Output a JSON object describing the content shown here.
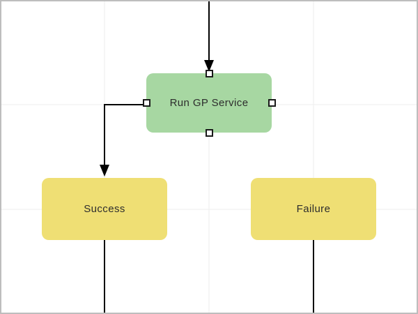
{
  "diagram": {
    "canvas": {
      "background": "#ffffff",
      "border_color": "#bdbdbd"
    },
    "grid": {
      "color": "#ededed",
      "vertical_x": [
        150,
        300,
        450
      ],
      "horizontal_y": [
        150,
        300
      ]
    },
    "connector_color": "#000000",
    "text_color": "#2d2d2d",
    "nodes": [
      {
        "id": "run-gp-service",
        "label": "Run GP Service",
        "fill": "#a7d7a2",
        "selected": true
      },
      {
        "id": "success",
        "label": "Success",
        "fill": "#efdf74",
        "selected": false
      },
      {
        "id": "failure",
        "label": "Failure",
        "fill": "#efdf74",
        "selected": false
      }
    ],
    "connectors": [
      {
        "id": "incoming-top",
        "from": "offscreen-top",
        "to": "run-gp-service"
      },
      {
        "id": "run-gp-to-success",
        "from": "run-gp-service",
        "to": "success"
      },
      {
        "id": "success-outgoing",
        "from": "success",
        "to": "offscreen-bottom"
      },
      {
        "id": "failure-outgoing",
        "from": "failure",
        "to": "offscreen-bottom"
      }
    ]
  }
}
